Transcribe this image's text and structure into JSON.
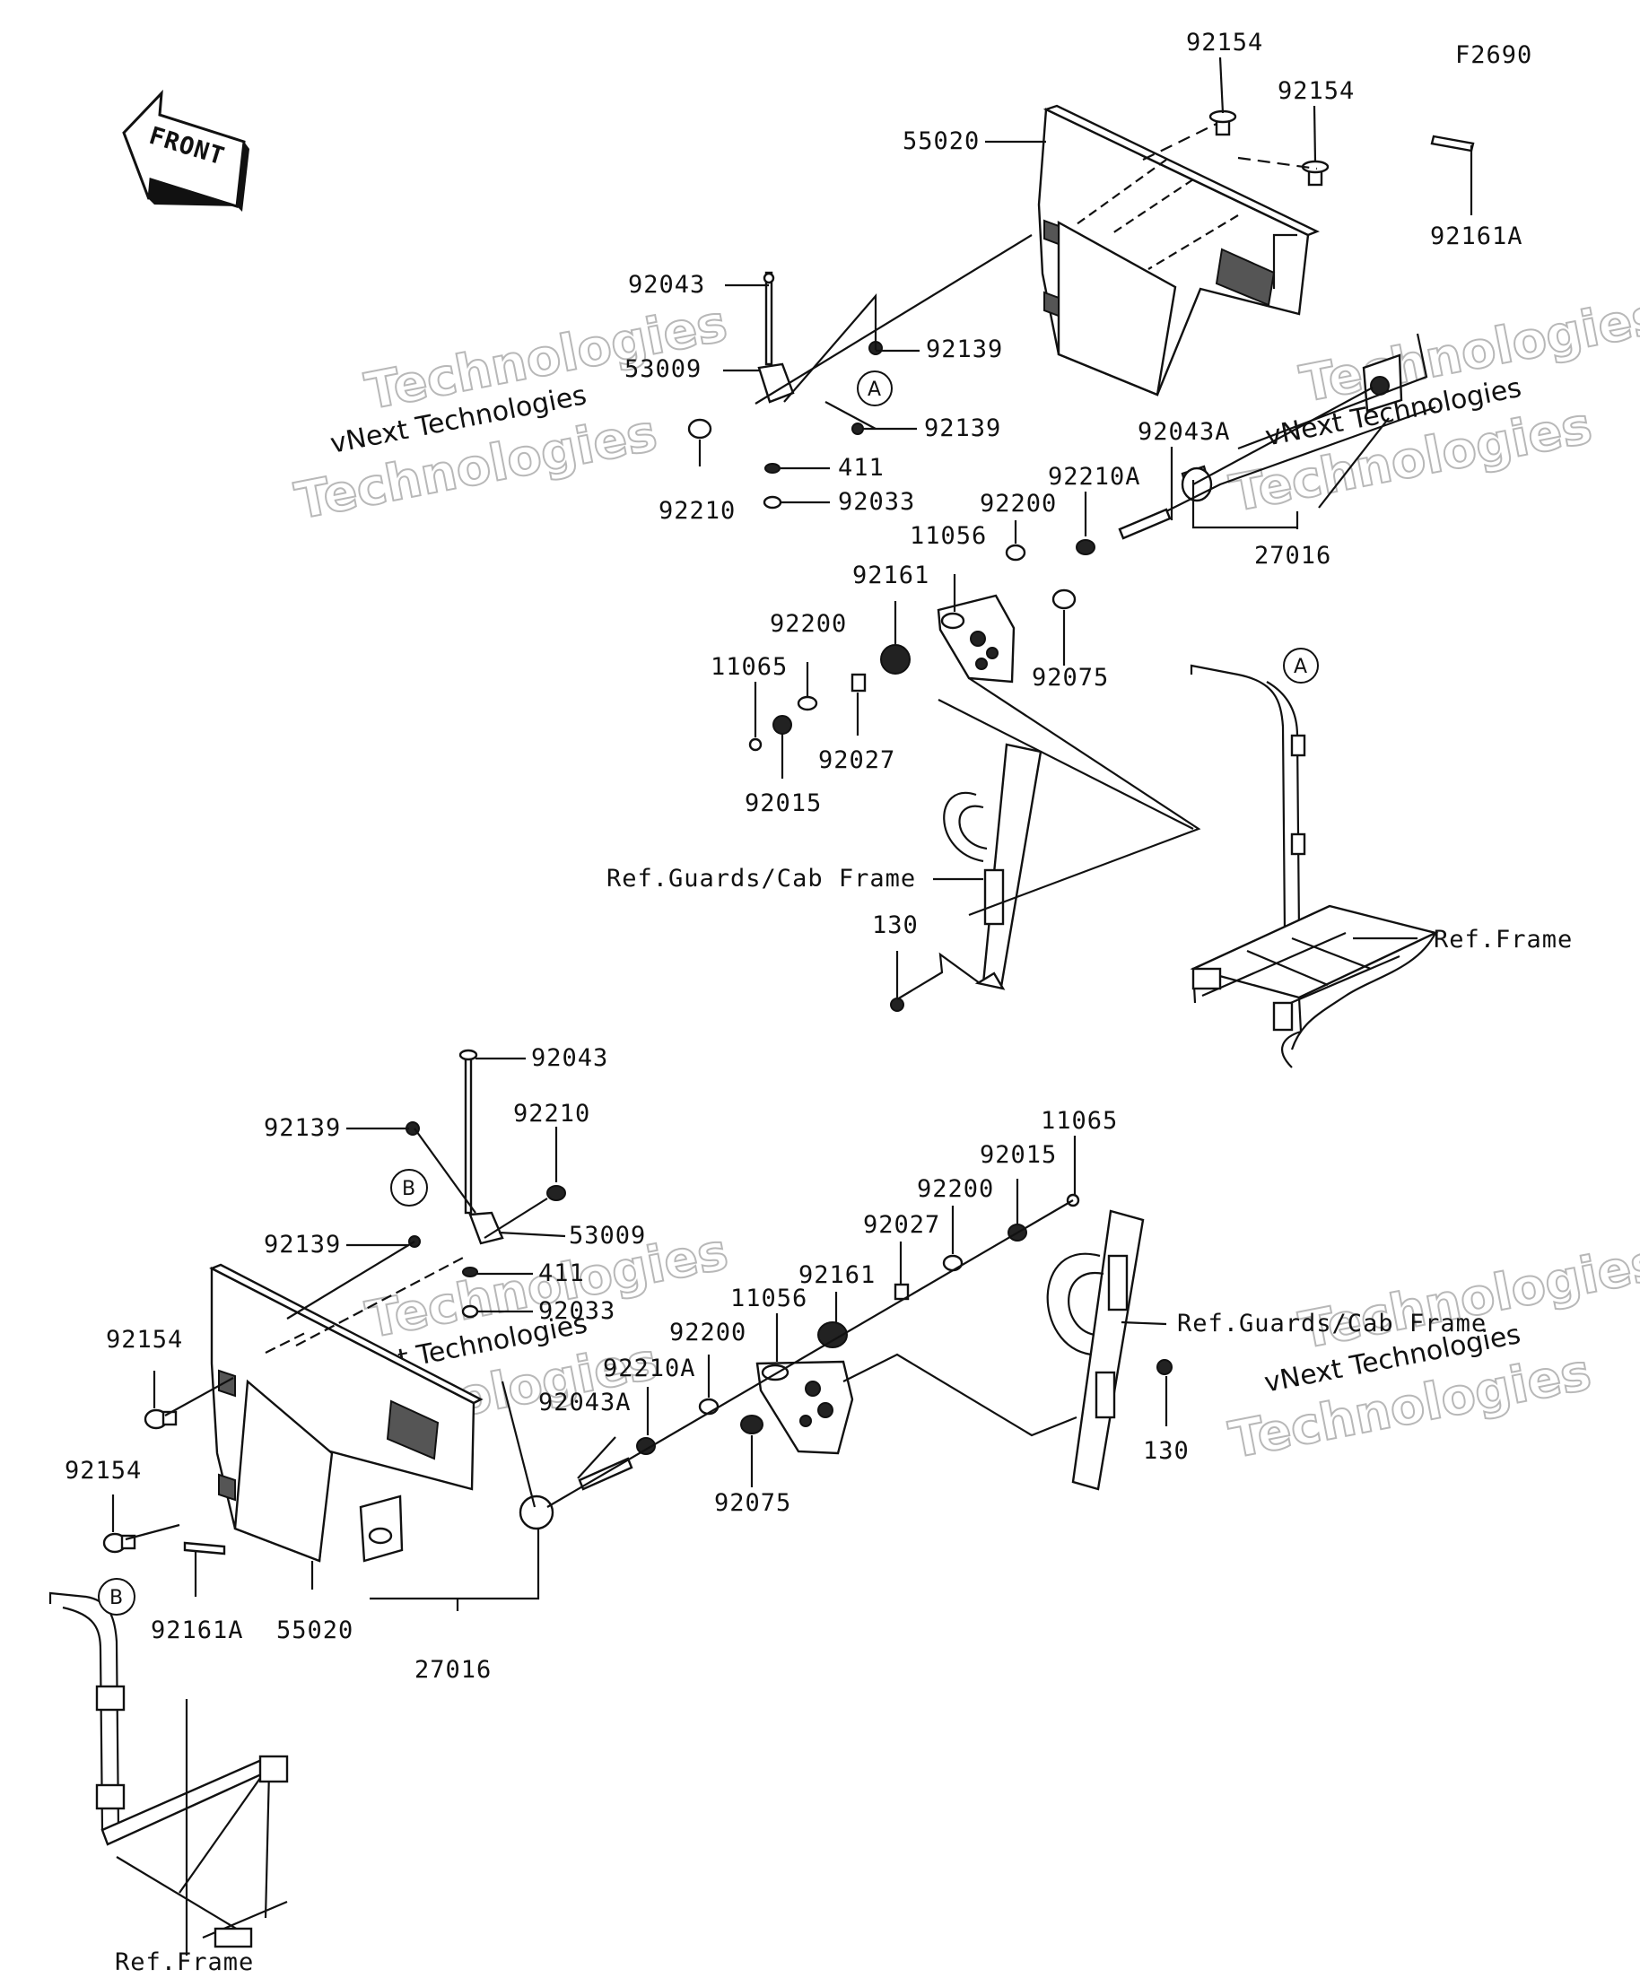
{
  "figure_code": "F2690",
  "direction_label": "FRONT",
  "watermark": {
    "line1": "vNext Technologies",
    "line2": "Technologies"
  },
  "references": {
    "guards_cab_frame": "Ref.Guards/Cab Frame",
    "frame": "Ref.Frame"
  },
  "callouts": {
    "a": "A",
    "b": "B"
  },
  "upper_assembly": {
    "p92154_a": "92154",
    "p92154_b": "92154",
    "p55020": "55020",
    "p92161A": "92161A",
    "p92043": "92043",
    "p53009": "53009",
    "p92139_a": "92139",
    "p92139_b": "92139",
    "p92210": "92210",
    "p411": "411",
    "p92033": "92033",
    "p92043A": "92043A",
    "p92210A": "92210A",
    "p92200_a": "92200",
    "p11056": "11056",
    "p92161": "92161",
    "p92200_b": "92200",
    "p11065": "11065",
    "p92075": "92075",
    "p92027": "92027",
    "p92015": "92015",
    "p27016": "27016",
    "p130": "130"
  },
  "lower_assembly": {
    "p92043": "92043",
    "p92139_a": "92139",
    "p92210": "92210",
    "p92139_b": "92139",
    "p53009": "53009",
    "p411": "411",
    "p92033": "92033",
    "p92154_a": "92154",
    "p92154_b": "92154",
    "p92161A": "92161A",
    "p55020": "55020",
    "p27016": "27016",
    "p92210A": "92210A",
    "p92043A": "92043A",
    "p92200_a": "92200",
    "p11056": "11056",
    "p92161": "92161",
    "p92027": "92027",
    "p92200_b": "92200",
    "p92015": "92015",
    "p11065": "11065",
    "p92075": "92075",
    "p130": "130"
  }
}
